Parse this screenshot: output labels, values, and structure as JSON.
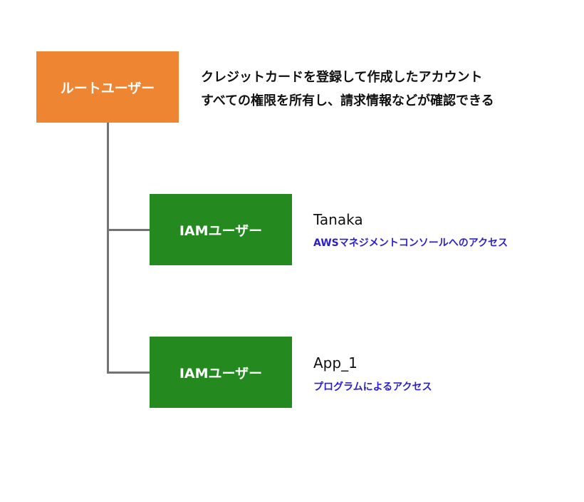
{
  "root": {
    "label": "ルートユーザー",
    "color": "#ed8533",
    "description": [
      "クレジットカードを登録して作成したアカウント",
      "すべての権限を所有し、請求情報などが確認できる"
    ]
  },
  "iam_users": [
    {
      "label": "IAMユーザー",
      "name": "Tanaka",
      "access": "AWSマネジメントコンソールへのアクセス"
    },
    {
      "label": "IAMユーザー",
      "name": "App_1",
      "access": "プログラムによるアクセス"
    }
  ],
  "colors": {
    "iam_box": "#248a1f",
    "connector": "#737373",
    "access_text": "#2a1fd0"
  }
}
